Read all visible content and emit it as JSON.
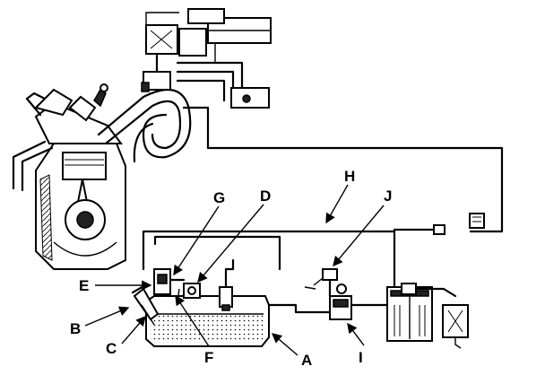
{
  "diagram": {
    "callouts": {
      "A": "A",
      "B": "B",
      "C": "C",
      "D": "D",
      "E": "E",
      "F": "F",
      "G": "G",
      "H": "H",
      "I": "I",
      "J": "J"
    }
  }
}
